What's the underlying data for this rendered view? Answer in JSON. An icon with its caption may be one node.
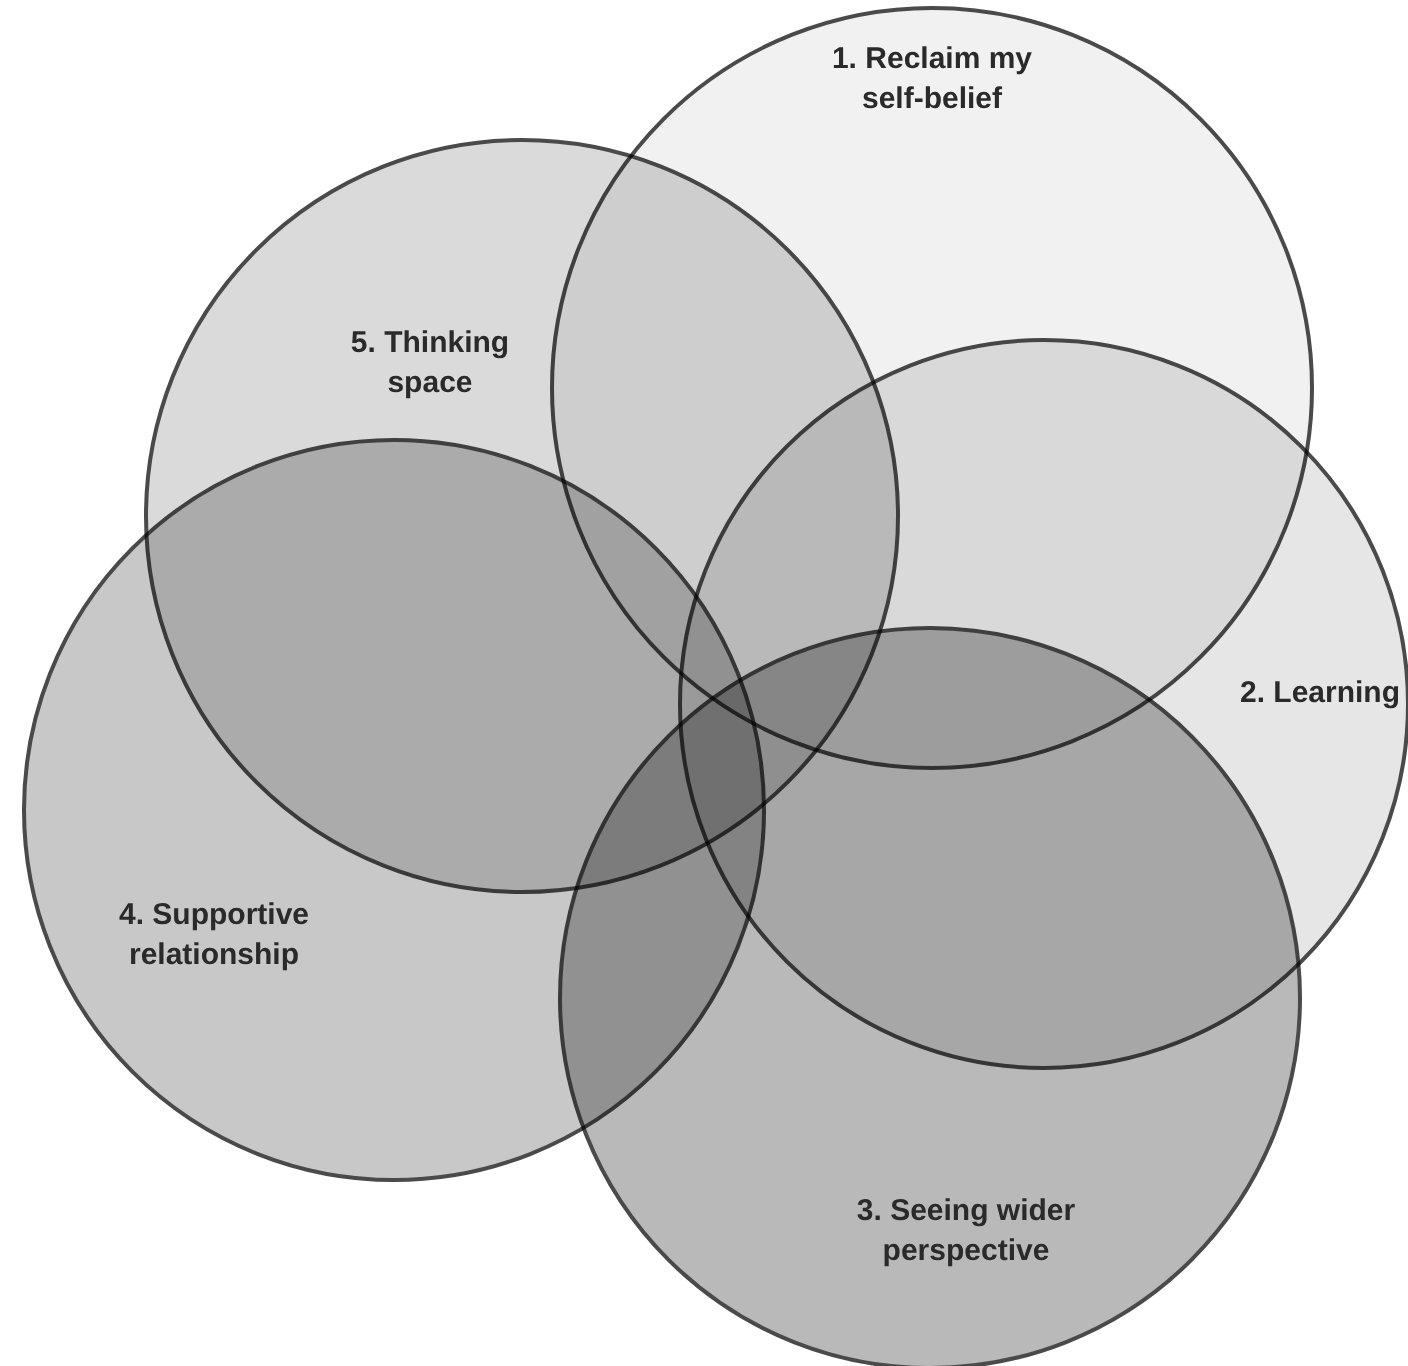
{
  "diagram": {
    "nodes": [
      {
        "text": [
          "1. Reclaim my self-belief"
        ]
      },
      {
        "text": [
          "2. Learning"
        ]
      },
      {
        "text": [
          "3. Seeing wider perspective"
        ]
      },
      {
        "text": [
          "4. Supportive relationship"
        ]
      },
      {
        "text": [
          "5. Thinking space"
        ]
      }
    ]
  }
}
